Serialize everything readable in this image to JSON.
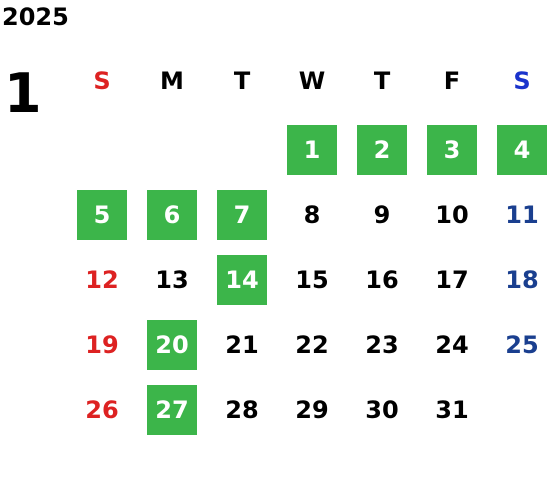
{
  "year": "2025",
  "month": "1",
  "weekdays": [
    {
      "label": "S",
      "color": "#dd2222"
    },
    {
      "label": "M",
      "color": "#000000"
    },
    {
      "label": "T",
      "color": "#000000"
    },
    {
      "label": "W",
      "color": "#000000"
    },
    {
      "label": "T",
      "color": "#000000"
    },
    {
      "label": "F",
      "color": "#000000"
    },
    {
      "label": "S",
      "color": "#1a33cc"
    }
  ],
  "colors": {
    "highlight": "#3cb54a",
    "sunday": "#dd2222",
    "saturday": "#1a3f8f",
    "weekday": "#000000",
    "highlight_text": "#ffffff"
  },
  "first_weekday_index": 3,
  "days": [
    {
      "day": "1",
      "highlighted": true
    },
    {
      "day": "2",
      "highlighted": true
    },
    {
      "day": "3",
      "highlighted": true
    },
    {
      "day": "4",
      "highlighted": true
    },
    {
      "day": "5",
      "highlighted": true
    },
    {
      "day": "6",
      "highlighted": true
    },
    {
      "day": "7",
      "highlighted": true
    },
    {
      "day": "8",
      "highlighted": false
    },
    {
      "day": "9",
      "highlighted": false
    },
    {
      "day": "10",
      "highlighted": false
    },
    {
      "day": "11",
      "highlighted": false
    },
    {
      "day": "12",
      "highlighted": false
    },
    {
      "day": "13",
      "highlighted": false
    },
    {
      "day": "14",
      "highlighted": true
    },
    {
      "day": "15",
      "highlighted": false
    },
    {
      "day": "16",
      "highlighted": false
    },
    {
      "day": "17",
      "highlighted": false
    },
    {
      "day": "18",
      "highlighted": false
    },
    {
      "day": "19",
      "highlighted": false
    },
    {
      "day": "20",
      "highlighted": true
    },
    {
      "day": "21",
      "highlighted": false
    },
    {
      "day": "22",
      "highlighted": false
    },
    {
      "day": "23",
      "highlighted": false
    },
    {
      "day": "24",
      "highlighted": false
    },
    {
      "day": "25",
      "highlighted": false
    },
    {
      "day": "26",
      "highlighted": false
    },
    {
      "day": "27",
      "highlighted": true
    },
    {
      "day": "28",
      "highlighted": false
    },
    {
      "day": "29",
      "highlighted": false
    },
    {
      "day": "30",
      "highlighted": false
    },
    {
      "day": "31",
      "highlighted": false
    }
  ]
}
